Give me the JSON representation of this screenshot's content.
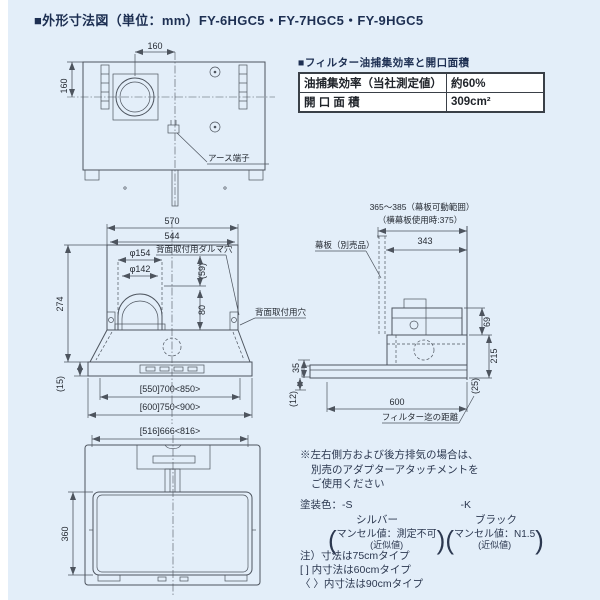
{
  "page": {
    "title": "■外形寸法図（単位：mm）FY-6HGC5・FY-7HGC5・FY-9HGC5"
  },
  "filter_table": {
    "heading": "■フィルター油捕集効率と開口面積",
    "rows": [
      {
        "label": "油捕集効率（当社測定値）",
        "value": "約60%"
      },
      {
        "label": "開 口 面 積",
        "value": "309cm²"
      }
    ]
  },
  "top_view": {
    "dim_top_width": "160",
    "dim_left_height": "160",
    "earth_label": "アース端子"
  },
  "front_view": {
    "dim_570": "570",
    "dim_544": "544",
    "dim_phi154": "φ154",
    "dim_phi142": "φ142",
    "dim_59": "(59)",
    "dim_80": "80",
    "dim_274": "274",
    "dim_15": "(15)",
    "dim_row1": "[550]700<850>",
    "dim_row2": "[600]750<900>",
    "daruma_label": "背面取付用ダルマ穴",
    "rear_hole_label": "背面取付用穴"
  },
  "side_view": {
    "dim_range": "365～385（幕板可動範囲）",
    "dim_range2": "（横幕板使用時:375）",
    "dim_343": "343",
    "dim_69": "69",
    "dim_215": "215",
    "dim_35": "35",
    "dim_12": "(12)",
    "dim_600": "600",
    "dim_25": "(25)",
    "makuita_label": "幕板（別売品）",
    "filter_distance_label": "フィルター迄の距離"
  },
  "bottom_view": {
    "dim_width": "[516]666<816>",
    "dim_360": "360"
  },
  "notes": {
    "exhaust": [
      "※左右側方および後方排気の場合は、",
      "別売のアダプターアタッチメントを",
      "ご使用ください"
    ],
    "paint": {
      "label": "塗装色：",
      "s_code": "-S",
      "s_name": "シルバー",
      "s_munsell": "マンセル値：測定不可",
      "s_approx": "(近似値)",
      "k_code": "-K",
      "k_name": "ブラック",
      "k_munsell": "マンセル値：N1.5",
      "k_approx": "(近似値)"
    },
    "size_notes": [
      "注）寸法は75cmタイプ",
      "[ ] 内寸法は60cmタイプ",
      "〈 〉内寸法は90cmタイプ"
    ]
  }
}
